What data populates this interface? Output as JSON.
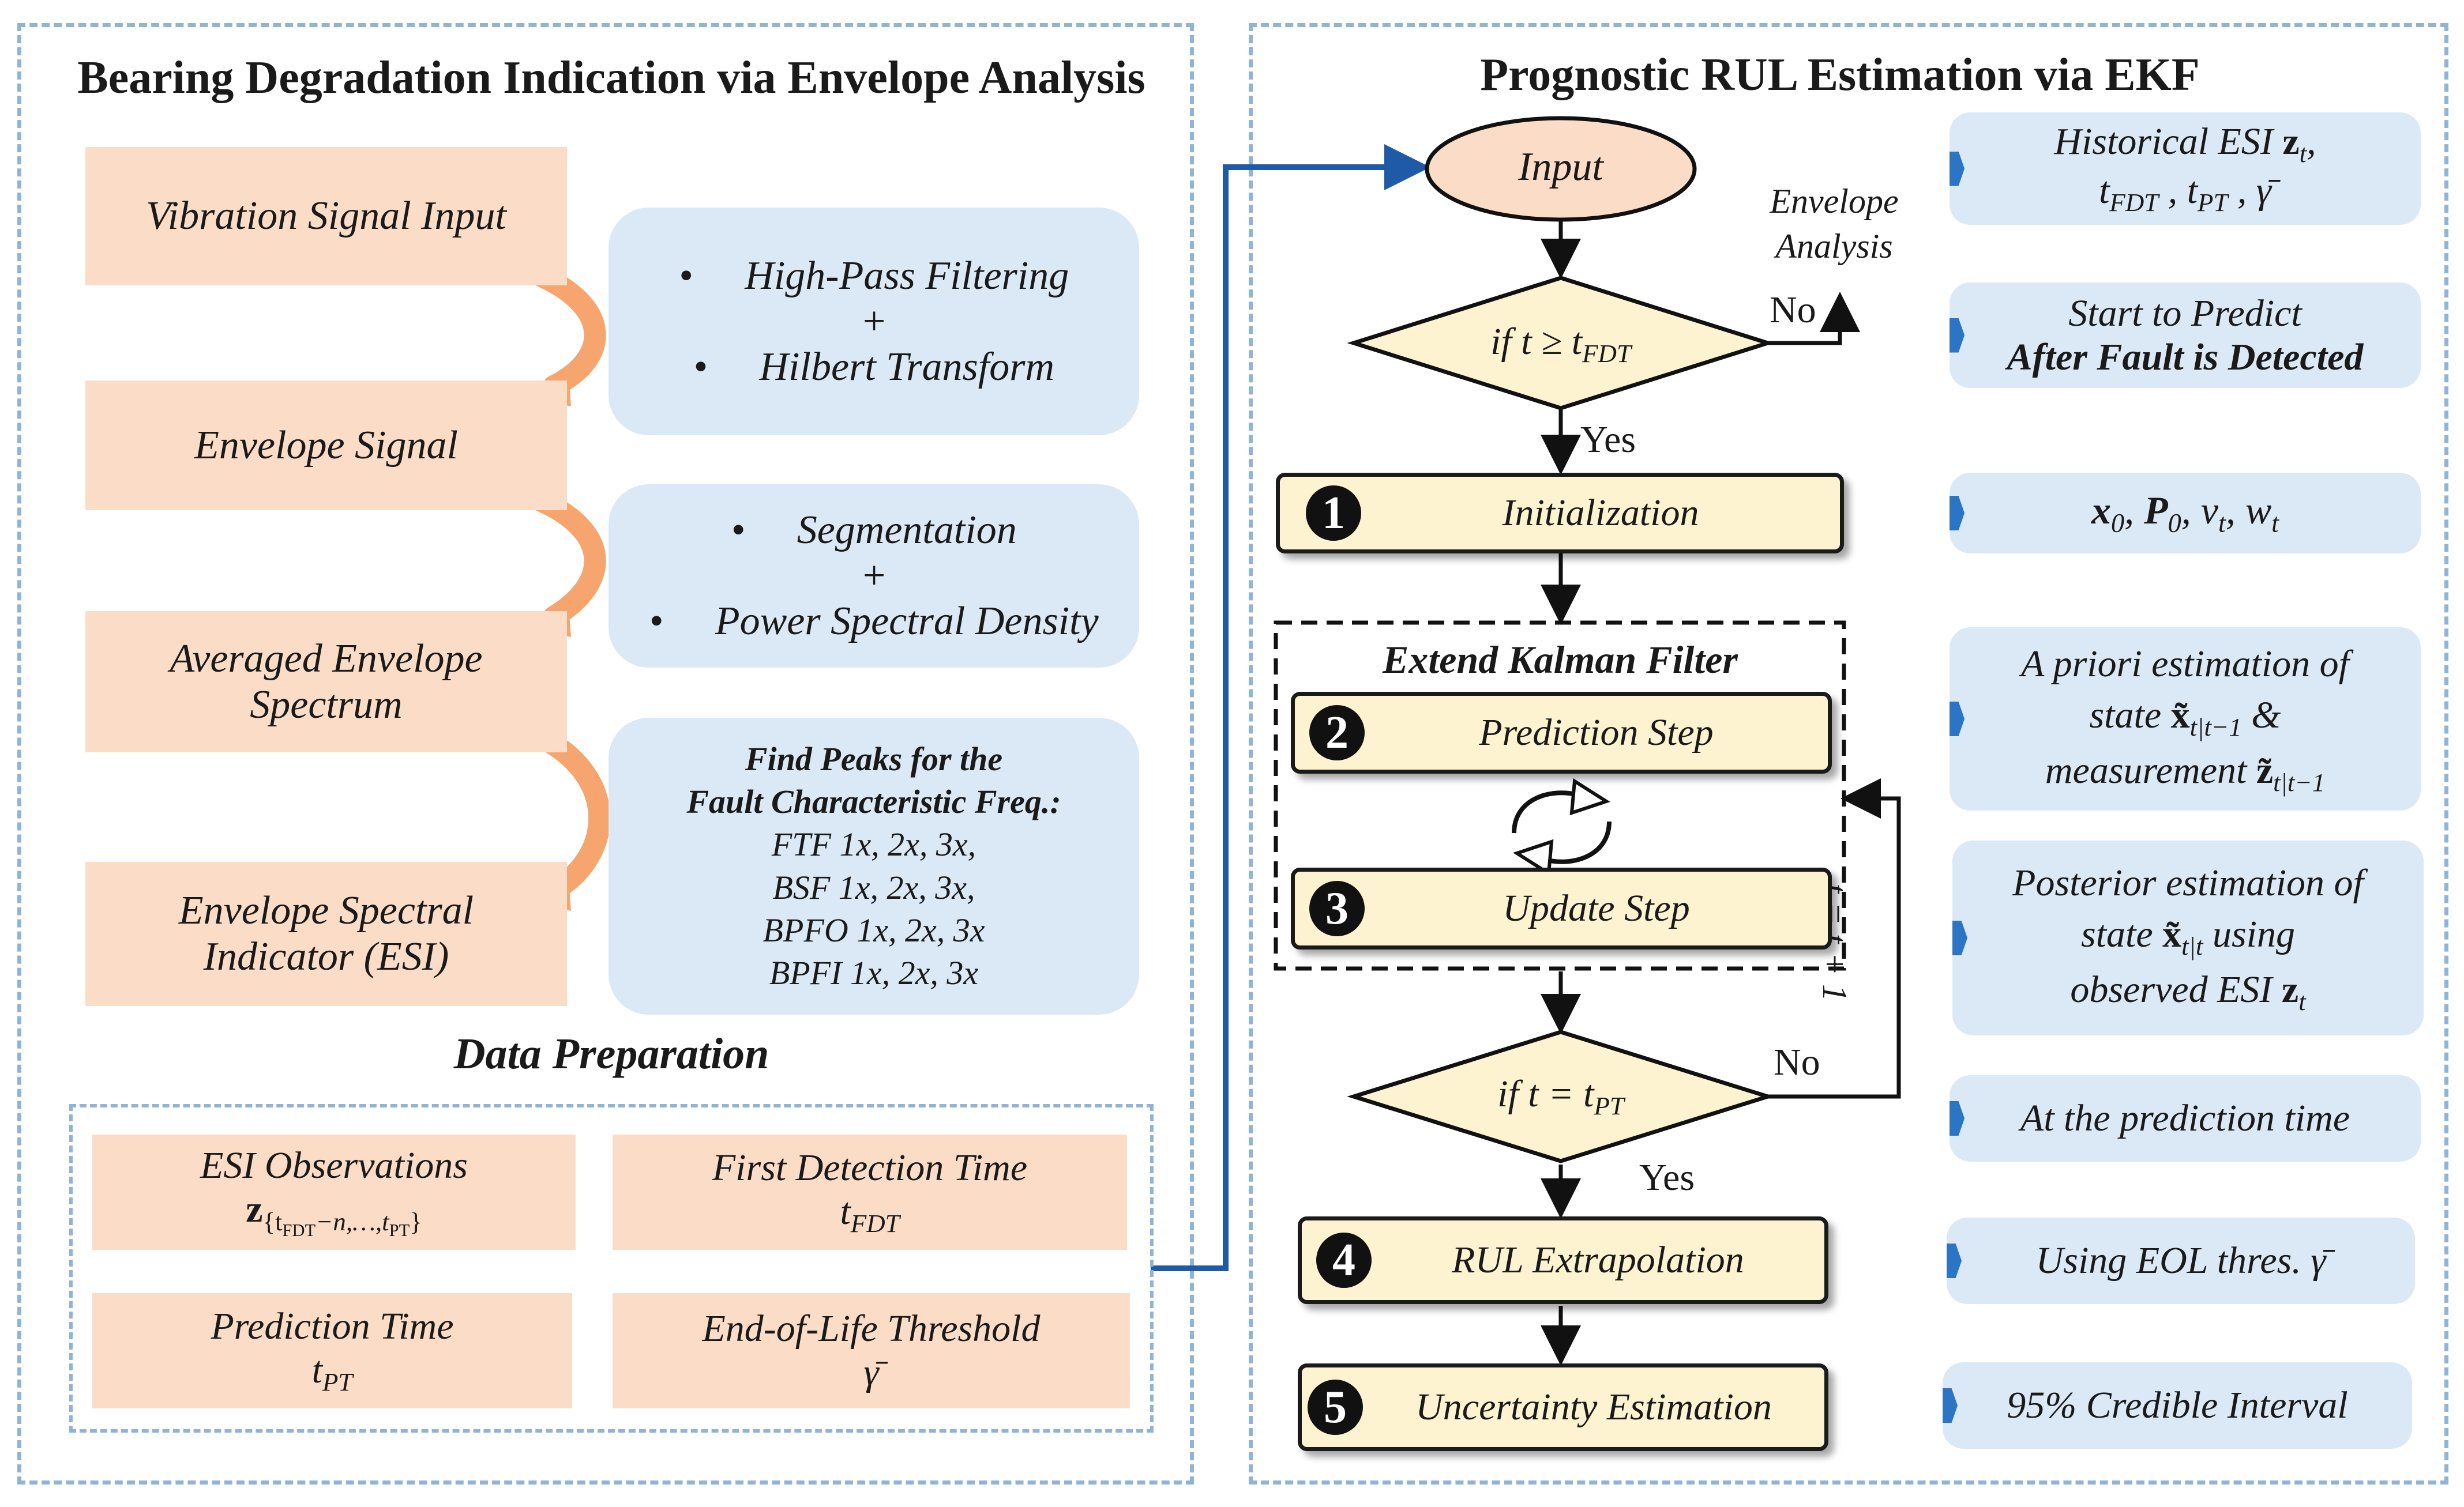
{
  "left": {
    "title": "Bearing Degradation Indication via Envelope Analysis",
    "steps": [
      "Vibration Signal Input",
      "Envelope Signal",
      "Averaged Envelope",
      "Spectrum",
      "Envelope Spectral",
      "Indicator (ESI)"
    ],
    "process1": {
      "item1": "High-Pass Filtering",
      "plus": "+",
      "item2": "Hilbert Transform",
      "bullet": "•"
    },
    "process2": {
      "item1": "Segmentation",
      "plus": "+",
      "item2": "Power Spectral Density",
      "bullet": "•"
    },
    "process3": {
      "head1": "Find Peaks for the",
      "head2": "Fault Characteristic Freq.:",
      "lines": [
        "FTF 1x, 2x, 3x,",
        "BSF 1x, 2x, 3x,",
        "BPFO 1x, 2x, 3x",
        "BPFI 1x, 2x, 3x"
      ]
    },
    "data_prep": {
      "title": "Data Preparation",
      "esi_obs": {
        "label": "ESI Observations",
        "sym": "z",
        "sub_open": "{t",
        "sub_fdt": "FDT",
        "sub_mid": "−n,…,t",
        "sub_pt": "PT",
        "sub_close": "}"
      },
      "fdt": {
        "label": "First Detection Time",
        "sym": "t",
        "sub": "FDT"
      },
      "pt": {
        "label": "Prediction Time",
        "sym": "t",
        "sub": "PT"
      },
      "eol": {
        "label": "End-of-Life Threshold",
        "sym": "γ̄"
      }
    }
  },
  "right": {
    "title": "Prognostic RUL Estimation via EKF",
    "input": "Input",
    "envelope_analysis": [
      "Envelope",
      "Analysis"
    ],
    "decision1": {
      "pre": "if t ≥ t",
      "sub": "FDT"
    },
    "decision2": {
      "pre": "if t = t",
      "sub": "PT"
    },
    "no": "No",
    "yes": "Yes",
    "loop_label": "t = t + 1",
    "ekf_title": "Extend Kalman Filter",
    "steps": [
      {
        "num": "1",
        "label": "Initialization"
      },
      {
        "num": "2",
        "label": "Prediction Step"
      },
      {
        "num": "3",
        "label": "Update Step"
      },
      {
        "num": "4",
        "label": "RUL Extrapolation"
      },
      {
        "num": "5",
        "label": "Uncertainty Estimation"
      }
    ],
    "notes": {
      "n1": {
        "l1": "Historical ESI ",
        "z": "z",
        "zsub": "t",
        "l1end": ",",
        "t1": "t",
        "t1s": "FDT",
        "t2": "t",
        "t2s": "PT",
        "gamma": "γ̄",
        "sep": " , "
      },
      "n2": {
        "l1": "Start to Predict",
        "l2": "After Fault is Detected"
      },
      "n3": {
        "x": "x",
        "xs": "0",
        "p": "P",
        "ps": "0",
        "v": "v",
        "vs": "t",
        "w": "w",
        "ws": "t",
        "comma": ", "
      },
      "n4": {
        "l1": "A priori estimation of",
        "l2a": "state ",
        "x": "x̃",
        "xs": "t|t−1",
        "amp": " &",
        "l3a": "measurement ",
        "z": "z̃",
        "zs": "t|t−1"
      },
      "n5": {
        "l1": "Posterior estimation of",
        "l2a": "state ",
        "x": "x̃",
        "xs": "t|t",
        "l2b": " using",
        "l3a": "observed ESI ",
        "z": "z",
        "zs": "t"
      },
      "n6": "At the prediction time",
      "n7": {
        "pre": "Using EOL thres. ",
        "gamma": "γ̄"
      },
      "n8": "95% Credible Interval"
    }
  },
  "colors": {
    "peach": "#fbdcc6",
    "blue_box": "#dbe8f5",
    "yellow_box": "#fdf3d0",
    "input_oval": "#fbdcc6",
    "connector": "#1e5aa8",
    "arrow_orange": "#f5a56d",
    "accent": "#2c74c4"
  }
}
